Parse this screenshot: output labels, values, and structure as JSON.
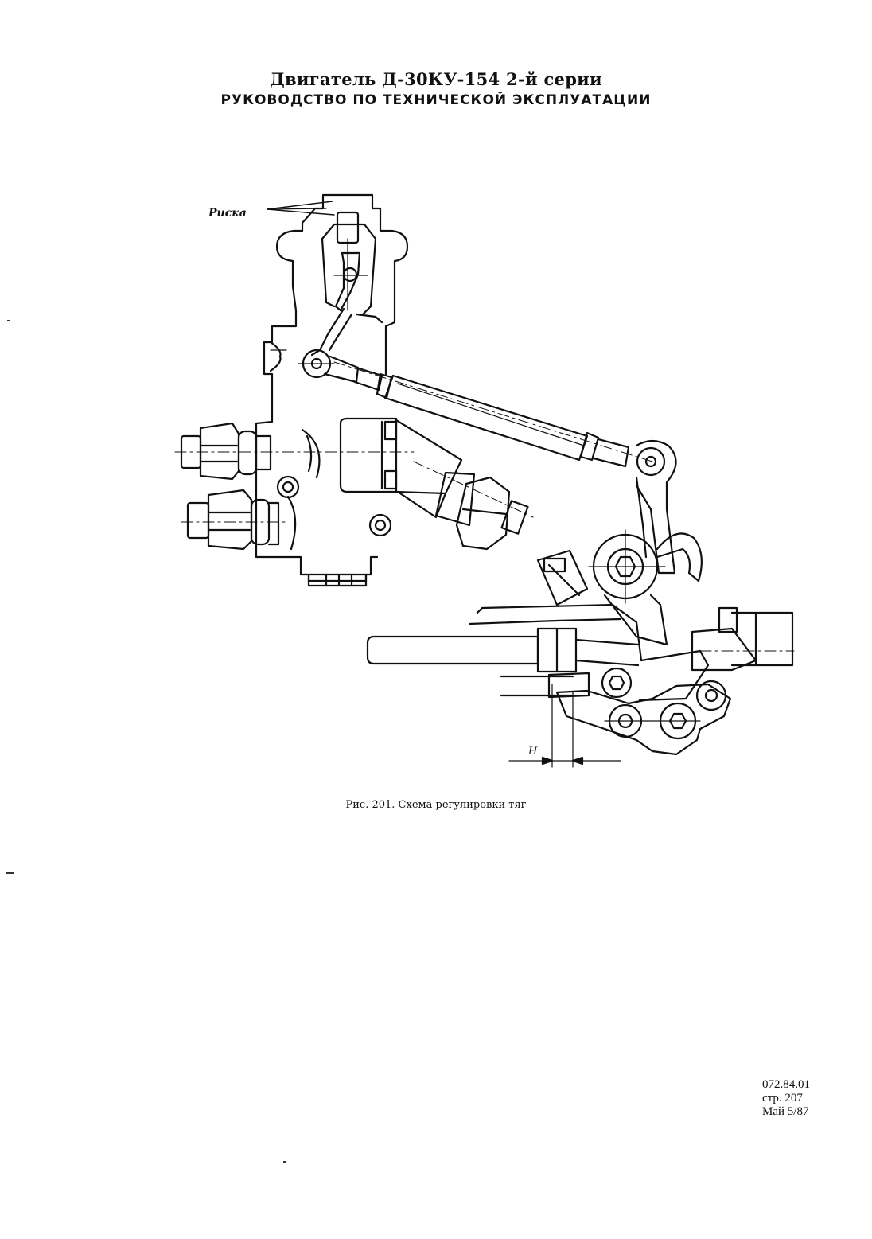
{
  "header": {
    "line1": "Двигатель Д-30КУ-154 2-й серии",
    "line2": "РУКОВОДСТВО ПО ТЕХНИЧЕСКОЙ ЭКСПЛУАТАЦИИ"
  },
  "figure": {
    "label_riska": "Риска",
    "label_h": "H",
    "caption": "Рис. 201. Схема регулировки тяг"
  },
  "footer": {
    "doc_code": "072.84.01",
    "page": "стр. 207",
    "date": "Май 5/87"
  }
}
